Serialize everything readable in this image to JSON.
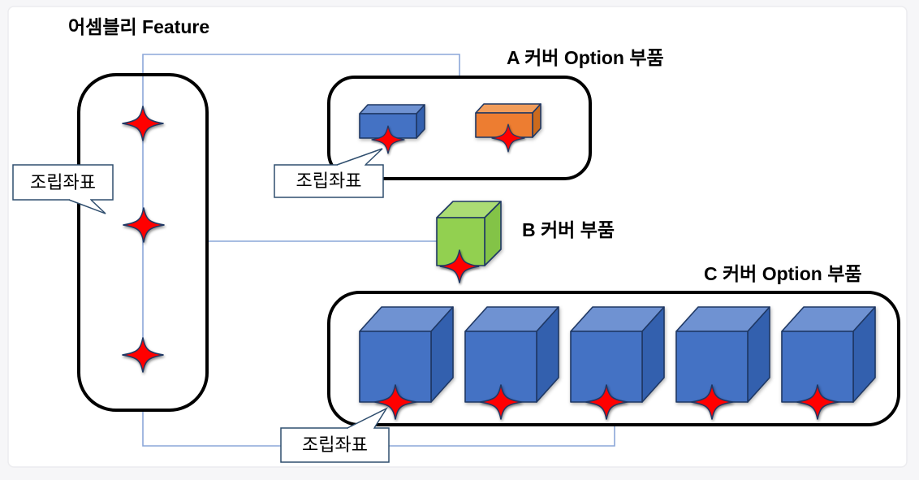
{
  "title": "어셈블리 Feature",
  "groups": {
    "a": {
      "title": "A 커버 Option 부품",
      "parts": [
        "blue box",
        "orange box"
      ]
    },
    "b": {
      "title": "B 커버 부품",
      "parts": [
        "green cube"
      ]
    },
    "c": {
      "title": "C 커버 Option 부품",
      "parts": [
        "blue cube",
        "blue cube",
        "blue cube",
        "blue cube",
        "blue cube"
      ]
    }
  },
  "callouts": {
    "assembly": "조립좌표",
    "group_a": "조립좌표",
    "group_c": "조립좌표"
  },
  "assembly_marker_count": 3,
  "colors": {
    "frame-bg": "#f6f6f8",
    "canvas-bg": "#ffffff",
    "outline-black": "#000000",
    "connector": "#8ba7d9",
    "callout-border": "#2f4e6e",
    "shape-stroke": "#1f3864",
    "star-red": "#ff0000",
    "star-stroke": "#1f3864",
    "cube-blue-front": "#4472c4",
    "cube-blue-top": "#6f92d2",
    "cube-blue-side": "#3360ae",
    "cube-green-front": "#92d050",
    "cube-green-top": "#abdc74",
    "cube-green-side": "#83c347",
    "cube-orange-front": "#ed7d31",
    "cube-orange-top": "#f19d5b",
    "cube-orange-side": "#cb6a1d"
  }
}
